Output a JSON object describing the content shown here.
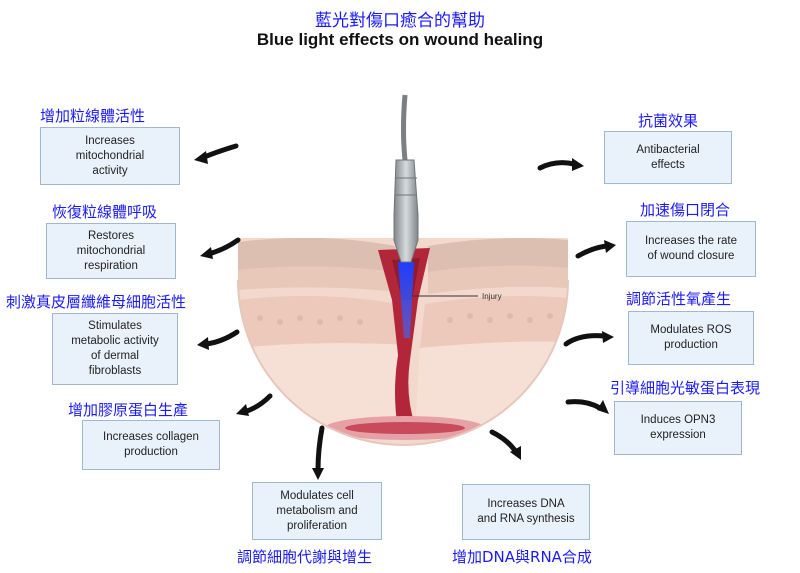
{
  "title_cn": "藍光對傷口癒合的幫助",
  "title_en": "Blue light effects on wound healing",
  "injury_label": "Injury",
  "effects": {
    "mito_activity": {
      "cn": "增加粒線體活性",
      "en": "Increases\nmitochondrial\nactivity"
    },
    "mito_resp": {
      "cn": "恢復粒線體呼吸",
      "en": "Restores\nmitochondrial\nrespiration"
    },
    "fibroblasts": {
      "cn": "刺激真皮層纖維母細胞活性",
      "en": "Stimulates\nmetabolic activity\nof dermal\nfibroblasts"
    },
    "collagen": {
      "cn": "增加膠原蛋白生產",
      "en": "Increases collagen\nproduction"
    },
    "cell_metabolism": {
      "cn": "調節細胞代謝與增生",
      "en": "Modulates cell\nmetabolism and\nproliferation"
    },
    "dna_rna": {
      "cn": "增加DNA與RNA合成",
      "en": "Increases DNA\nand RNA synthesis"
    },
    "antibacterial": {
      "cn": "抗菌效果",
      "en": "Antibacterial\neffects"
    },
    "closure": {
      "cn": "加速傷口閉合",
      "en": "Increases the rate\nof wound closure"
    },
    "ros": {
      "cn": "調節活性氧產生",
      "en": "Modulates ROS\nproduction"
    },
    "opn3": {
      "cn": "引導細胞光敏蛋白表現",
      "en": "Induces OPN3\nexpression"
    }
  },
  "colors": {
    "title_cn": "#1a1aff",
    "box_fill": "#e9f2fb",
    "box_border": "#9fb9d3",
    "blue_light": "#1f3cff",
    "wound_red": "#b3263a",
    "skin": "#f1d3c6"
  }
}
